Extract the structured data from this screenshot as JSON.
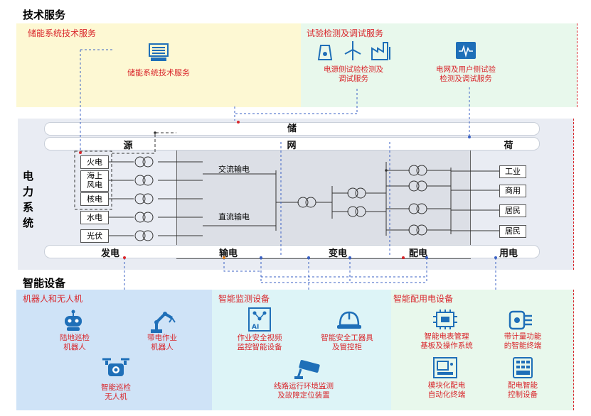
{
  "sections": {
    "tech_services": "技术服务",
    "power_system": "电力系统",
    "smart_devices": "智能设备"
  },
  "panels": {
    "storage_tech": {
      "title": "储能系统技术服务",
      "item": "储能系统技术服务",
      "icon": "server-rack-icon"
    },
    "test_services": {
      "title": "试验检测及调试服务",
      "item_source": "电源侧试验检测及\n调试服务",
      "item_grid": "电网及用户侧试验\n检测及调试服务",
      "icons": [
        "power-plant-icon",
        "wind-turbine-icon",
        "factory-icon",
        "monitor-waveform-icon"
      ]
    },
    "robots": {
      "title": "机器人和无人机",
      "items": [
        "陆地巡检\n机器人",
        "带电作业\n机器人",
        "智能巡检\n无人机"
      ]
    },
    "monitoring": {
      "title": "智能监测设备",
      "items": [
        "作业安全视频\n监控智能设备",
        "智能安全工器具\n及管控柜",
        "线路运行环境监测\n及故障定位装置"
      ]
    },
    "distribution": {
      "title": "智能配用电设备",
      "items": [
        "智能电表管理\n基板及操作系统",
        "带计量功能\n的智能终端",
        "模块化配电\n自动化终端",
        "配电智能\n控制设备"
      ]
    }
  },
  "power": {
    "storage": "储",
    "source": "源",
    "grid": "网",
    "load": "荷",
    "generation_sources": [
      "火电",
      "海上\n风电",
      "核电",
      "水电",
      "光伏"
    ],
    "ac": "交流输电",
    "dc": "直流输电",
    "loads": [
      "工业",
      "商用",
      "居民",
      "居民"
    ],
    "bottom": [
      "发电",
      "输电",
      "变电",
      "配电",
      "用电"
    ]
  },
  "colors": {
    "red": "#d9262b",
    "yellow_panel": "#fdf8d3",
    "green_panel": "#e8f8ec",
    "blue_panel": "#cfe3f7",
    "cyan_panel": "#ddf4f7",
    "icon_blue": "#1f6fb8"
  }
}
